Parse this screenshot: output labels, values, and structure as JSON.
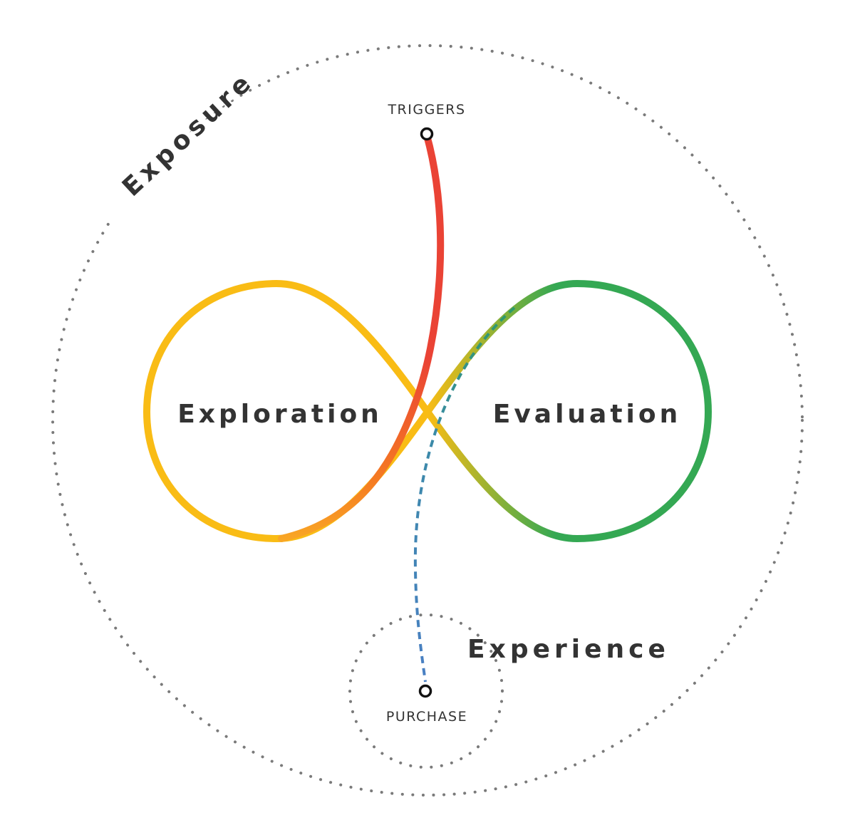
{
  "labels": {
    "exposure": "Exposure",
    "exploration": "Exploration",
    "evaluation": "Evaluation",
    "experience": "Experience",
    "triggers": "TRIGGERS",
    "purchase": "PURCHASE"
  },
  "colors": {
    "exploration_loop": "#F9BC15",
    "evaluation_loop": "#34A853",
    "trigger_path": "#EA4335",
    "purchase_path": "#4A7FC4",
    "purchase_path_top": "#2E9A6A",
    "dotted_ring": "#7A7A7A",
    "text": "#333333",
    "node_stroke": "#111111"
  }
}
